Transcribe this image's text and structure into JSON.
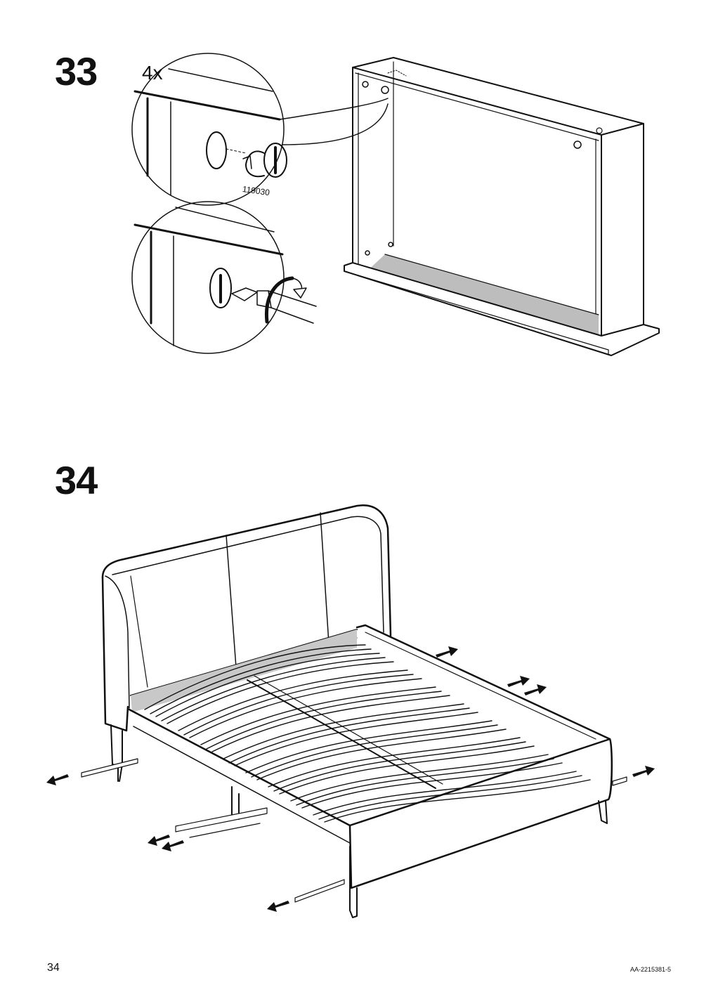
{
  "steps": [
    {
      "number": "33",
      "quantity": "4x",
      "part_number": "119030"
    },
    {
      "number": "34"
    }
  ],
  "footer": {
    "page_number": "34",
    "document_code": "AA-2215381-5"
  },
  "icons": [
    "cam-lock-fitting-icon",
    "screwdriver-icon",
    "rotate-arrow-icon",
    "direction-arrow-icon"
  ],
  "colors": {
    "ink": "#111111",
    "panel_shade": "#bdbdbd",
    "paper": "#ffffff"
  }
}
